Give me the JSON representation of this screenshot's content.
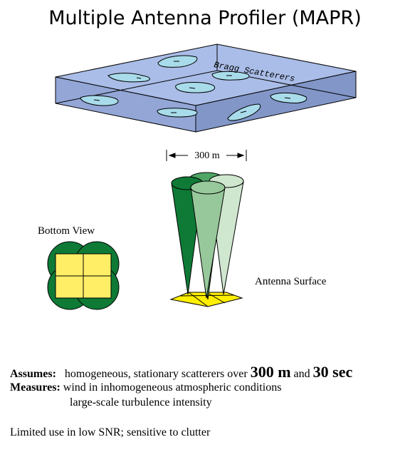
{
  "title": "Multiple Antenna Profiler (MAPR)",
  "labels": {
    "bragg": "Bragg Scatterers",
    "distance": "300 m",
    "bottom_view": "Bottom View",
    "antenna_surface": "Antenna Surface"
  },
  "assumes": {
    "label": "Assumes:",
    "text": "homogeneous, stationary scatterers over",
    "value1": "300 m",
    "joiner": "and",
    "value2": "30 sec"
  },
  "measures": {
    "label": "Measures:",
    "line1": "wind in inhomogeneous atmospheric conditions",
    "line2": "large-scale turbulence intensity"
  },
  "limitation": "Limited use in low SNR; sensitive to clutter",
  "colors": {
    "slab_top": "#aabde8",
    "slab_front": "#93a6d6",
    "slab_side": "#8296c8",
    "scatterer": "#a9dcea",
    "beam_dark": "#0e7a36",
    "beam_mid": "#97c89b",
    "beam_light": "#cfe6cf",
    "antenna_yellow": "#fff000",
    "bottom_yellow": "#ffee66"
  }
}
